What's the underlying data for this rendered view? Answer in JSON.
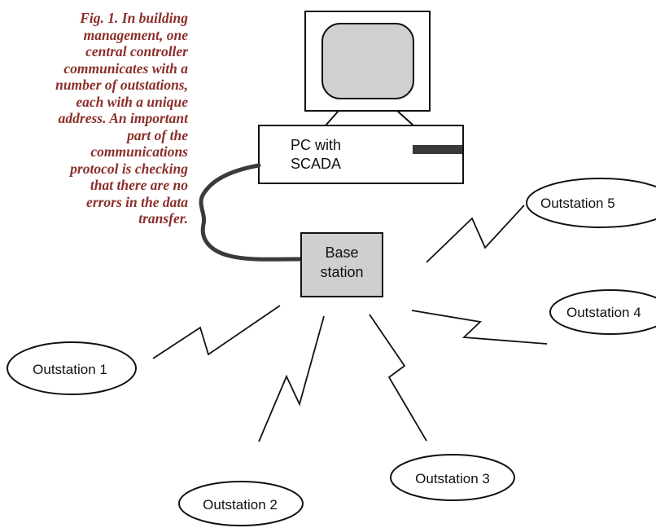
{
  "caption": {
    "lines": [
      "Fig. 1. In building",
      "management, one",
      "central controller",
      "communicates with a",
      "number of outstations,",
      "each with a unique",
      "address. An important",
      "part of the",
      "communications",
      "protocol is checking",
      "that there are no",
      "errors in the data",
      "transfer."
    ]
  },
  "pc": {
    "line1": "PC with",
    "line2": "SCADA"
  },
  "base_station": {
    "line1": "Base",
    "line2": "station"
  },
  "outstations": [
    "Outstation 1",
    "Outstation 2",
    "Outstation 3",
    "Outstation 4",
    "Outstation 5"
  ],
  "colors": {
    "caption": "#8a2f2a",
    "screen": "#d0d0d0",
    "base_station_fill": "#cfcfcf",
    "disk_slot": "#3a3a3a",
    "cable": "#3a3a3a"
  }
}
